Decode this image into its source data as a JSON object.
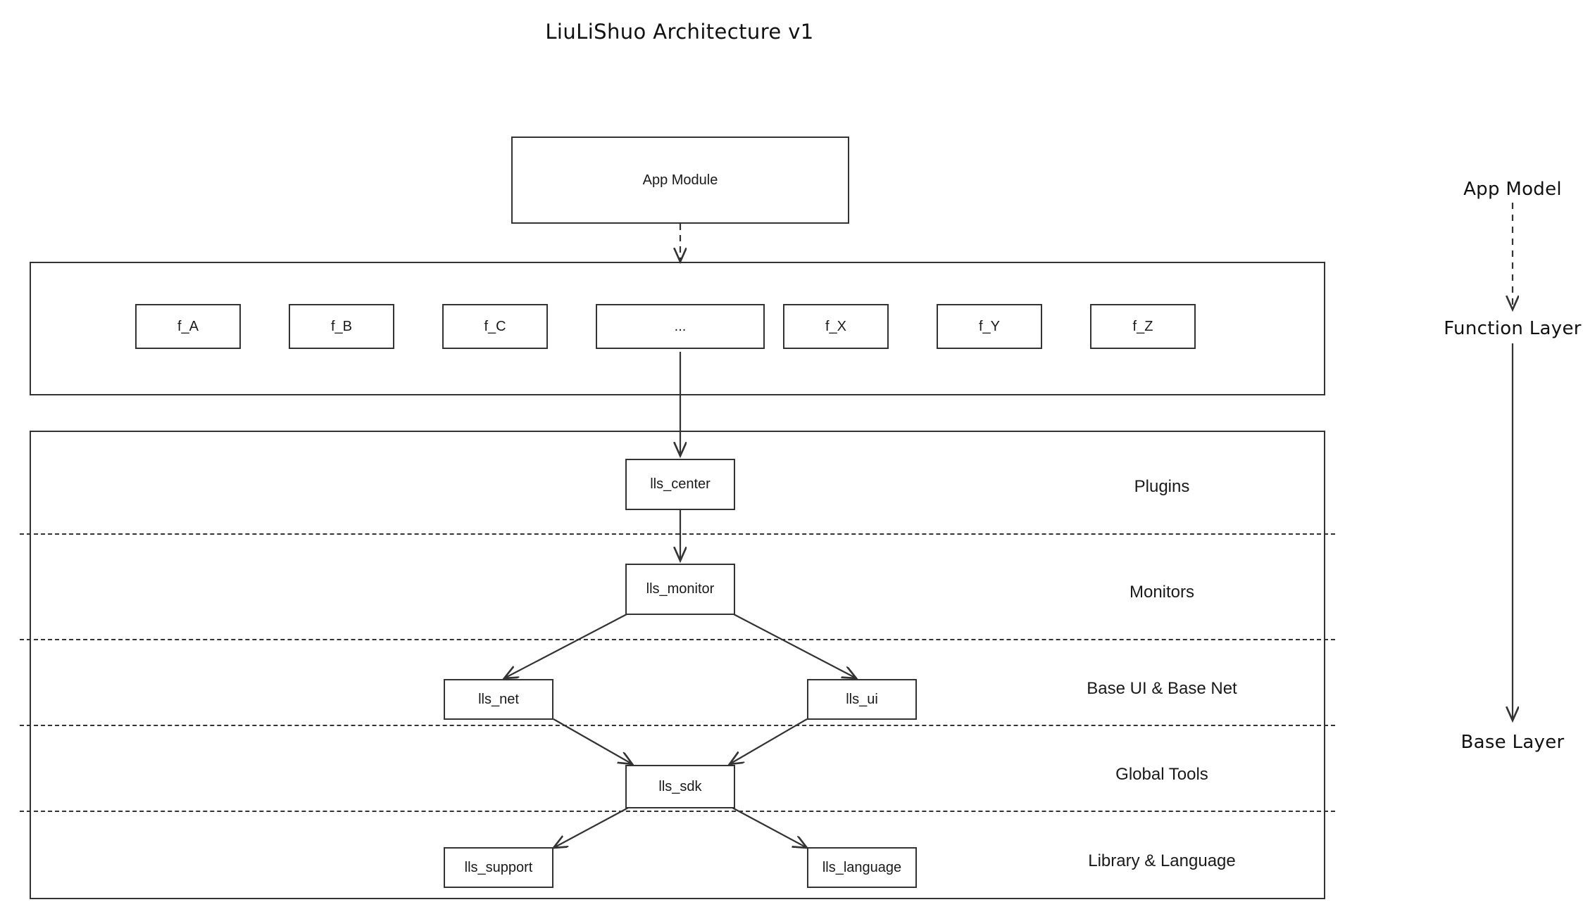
{
  "title": "LiuLiShuo Architecture v1",
  "app_layer": {
    "module_label": "App Module"
  },
  "function_layer": {
    "functions": [
      {
        "label": "f_A"
      },
      {
        "label": "f_B"
      },
      {
        "label": "f_C"
      },
      {
        "label": "..."
      },
      {
        "label": "f_X"
      },
      {
        "label": "f_Y"
      },
      {
        "label": "f_Z"
      }
    ]
  },
  "base_layer": {
    "bands": [
      {
        "name": "Plugins"
      },
      {
        "name": "Monitors"
      },
      {
        "name": "Base UI & Base Net"
      },
      {
        "name": "Global Tools"
      },
      {
        "name": "Library & Language"
      }
    ],
    "modules": [
      {
        "label": "lls_center"
      },
      {
        "label": "lls_monitor"
      },
      {
        "label": "lls_net"
      },
      {
        "label": "lls_ui"
      },
      {
        "label": "lls_sdk"
      },
      {
        "label": "lls_support"
      },
      {
        "label": "lls_language"
      }
    ]
  },
  "legend": {
    "items": [
      {
        "label": "App Model"
      },
      {
        "label": "Function Layer"
      },
      {
        "label": "Base Layer"
      }
    ]
  },
  "colors": {
    "stroke": "#333333",
    "text": "#1a1a1a",
    "background": "#ffffff"
  }
}
